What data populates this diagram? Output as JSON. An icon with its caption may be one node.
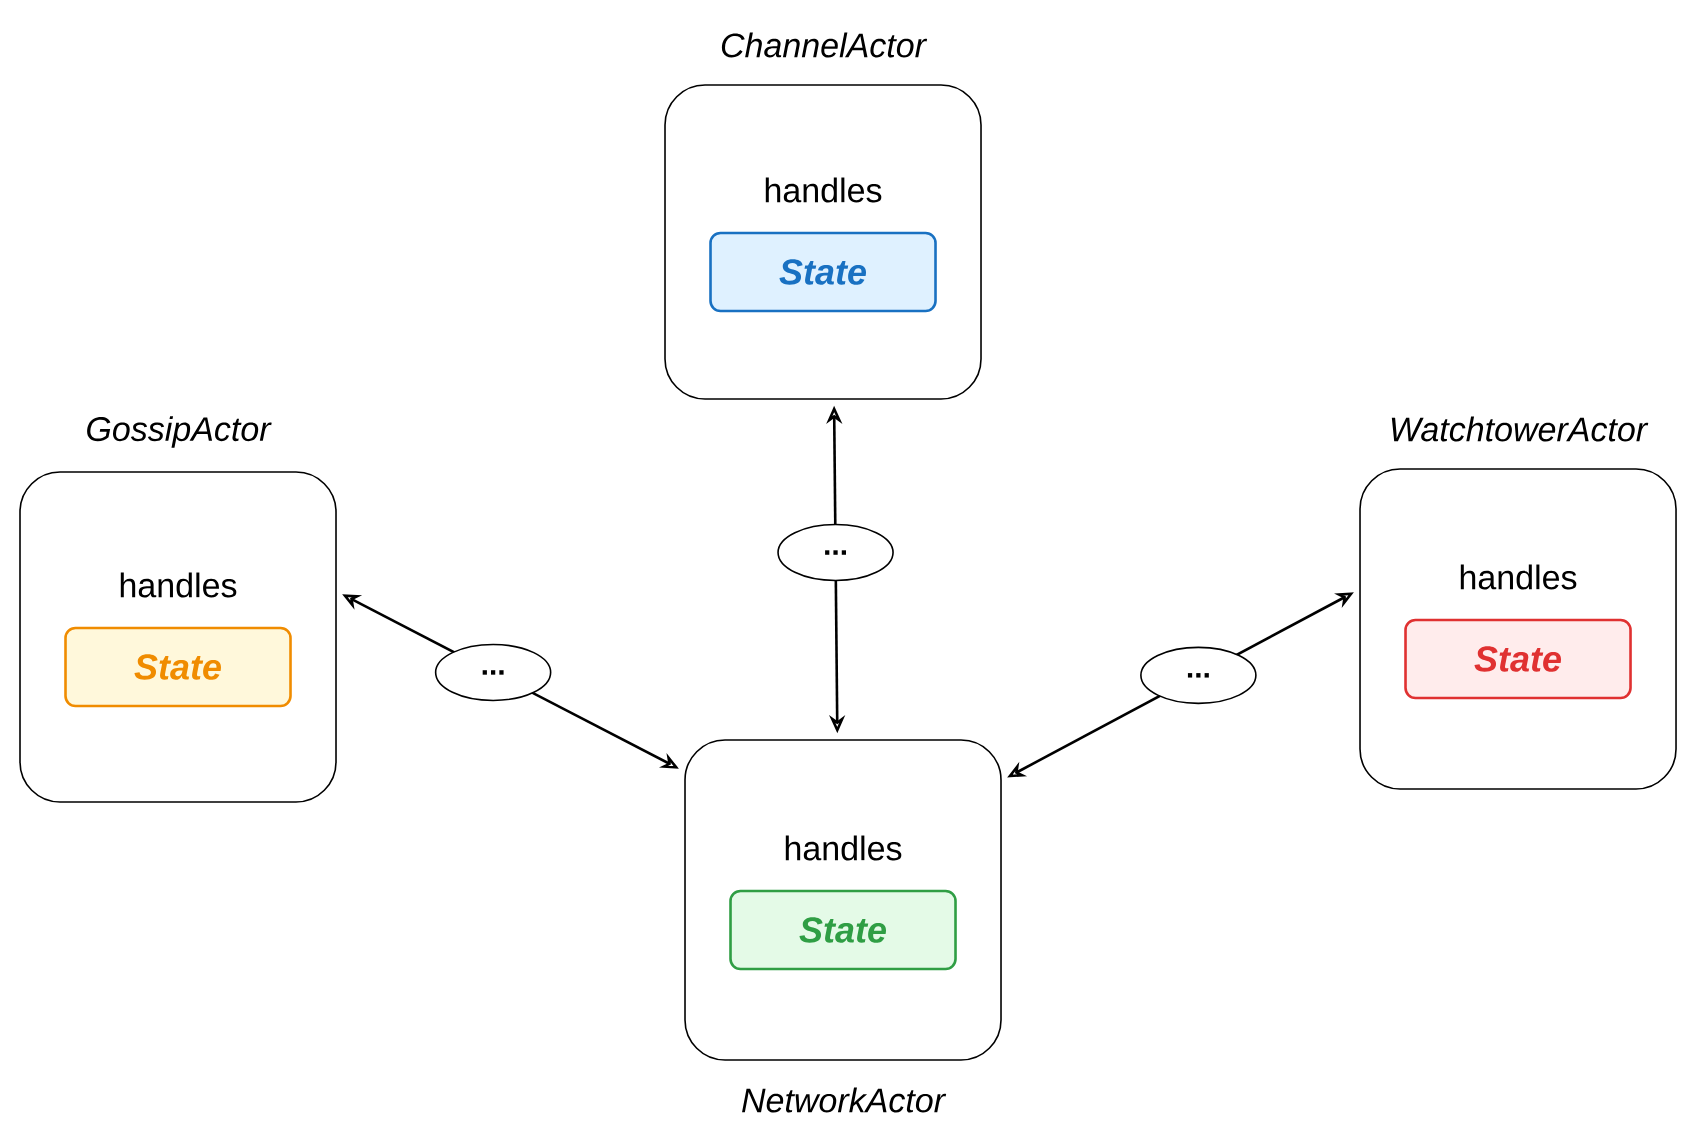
{
  "diagram": {
    "nodes": [
      {
        "text": [
          "ChannelActor",
          "handles"
        ]
      },
      {
        "text": [
          "State"
        ],
        "in": 0
      },
      {
        "text": [
          "GossipActor",
          "handles"
        ]
      },
      {
        "text": [
          "State"
        ],
        "in": 2
      },
      {
        "text": [
          "WatchtowerActor",
          "handles"
        ]
      },
      {
        "text": [
          "State"
        ],
        "in": 4
      },
      {
        "text": [
          "handles",
          "NetworkActor"
        ]
      },
      {
        "text": [
          "State"
        ],
        "in": 6
      }
    ],
    "edges": [
      {
        "from": 0,
        "to": 6,
        "arrow": "both",
        "label": "..."
      },
      {
        "from": 2,
        "to": 6,
        "arrow": "both",
        "label": "..."
      },
      {
        "from": 4,
        "to": 6,
        "arrow": "both",
        "label": "..."
      }
    ]
  }
}
